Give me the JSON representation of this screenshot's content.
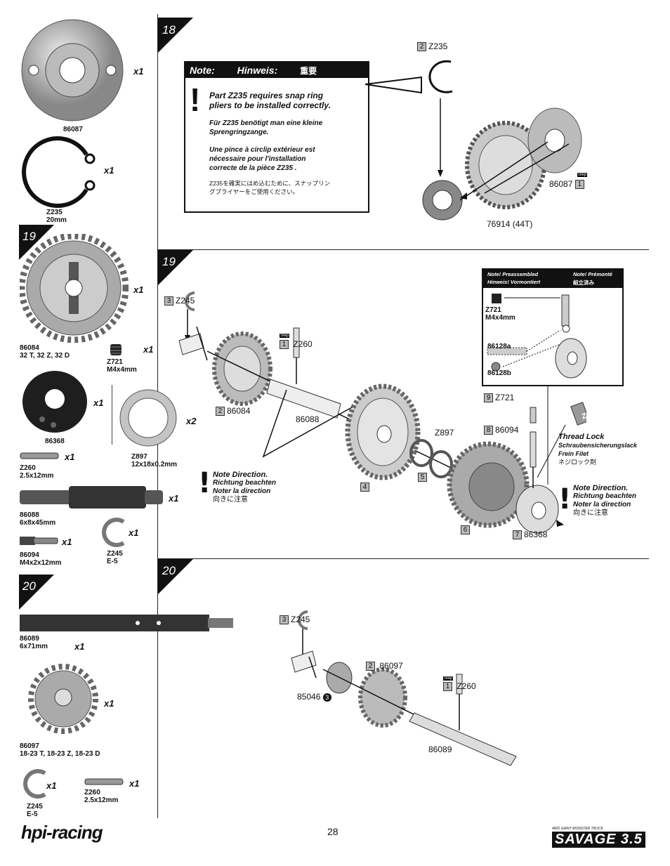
{
  "page_number": "28",
  "brand": {
    "left_logo": "hpi-racing",
    "right_logo": "SAVAGE 3.5",
    "right_small": "4WD GIANT MONSTER TRUCK"
  },
  "steps": {
    "s18": "18",
    "s19": "19",
    "s20": "20"
  },
  "sidebar": {
    "p86087": {
      "code": "86087",
      "qty": "x1"
    },
    "pZ235": {
      "code": "Z235",
      "size": "20mm",
      "qty": "x1"
    },
    "p86084": {
      "code": "86084",
      "desc": "32 T, 32 Z,  32 D",
      "qty": "x1"
    },
    "pZ721": {
      "code": "Z721",
      "size": "M4x4mm",
      "qty": "x1"
    },
    "p86368": {
      "code": "86368",
      "qty": "x1"
    },
    "pZ897": {
      "code": "Z897",
      "size": "12x18x0.2mm",
      "qty": "x2"
    },
    "pZ260a": {
      "code": "Z260",
      "size": "2.5x12mm",
      "qty": "x1"
    },
    "p86088": {
      "code": "86088",
      "size": "6x8x45mm",
      "qty": "x1"
    },
    "p86094": {
      "code": "86094",
      "size": "M4x2x12mm",
      "qty": "x1"
    },
    "pZ245a": {
      "code": "Z245",
      "size": "E-5",
      "qty": "x1"
    },
    "p86089": {
      "code": "86089",
      "size": "6x71mm",
      "qty": "x1"
    },
    "p86097": {
      "code": "86097",
      "desc": "18-23 T, 18-23 Z, 18-23 D",
      "qty": "x1"
    },
    "pZ245b": {
      "code": "Z245",
      "size": "E-5",
      "qty": "x1"
    },
    "pZ260b": {
      "code": "Z260",
      "size": "2.5x12mm",
      "qty": "x1"
    }
  },
  "note18": {
    "h1": "Note:",
    "h2": "Hinweis:",
    "h3": "重要",
    "en1": "Part Z235 requires snap ring",
    "en2": "pliers to be installed correctly.",
    "de1": "Für Z235 benötigt man eine kleine",
    "de2": "Sprengringzange.",
    "fr1": "Une pince à circlip extérieur est",
    "fr2": "nécessaire pour l'installation",
    "fr3": "correcte de la pièce Z235 .",
    "jp1": "Z235を確実にはめ込むために、スナップリン",
    "jp2": "グプライヤーをご使用ください。"
  },
  "step18": {
    "z235": "Z235",
    "z235_n": "2",
    "p86087": "86087",
    "p86087_n": "1",
    "gear": "76914 (44T)",
    "step_flag": "Step"
  },
  "step19": {
    "z245": "Z245",
    "z245_n": "3",
    "z260": "Z260",
    "z260_n": "1",
    "p86084": "86084",
    "p86084_n": "2",
    "p86088": "86088",
    "n4": "4",
    "z897": "Z897",
    "n5": "5",
    "n6": "6",
    "z721": "Z721",
    "z721_n": "9",
    "p86094": "86094",
    "p86094_n": "8",
    "p86368": "86368",
    "p86368_n": "7",
    "thread1": "Thread Lock",
    "thread2": "Schraubensicherungslack",
    "thread3": "Frein Filet",
    "thread4": "ネジロック剤",
    "z159": "Z159",
    "dirA1": "Note Direction.",
    "dirA2": "Richtung beachten",
    "dirA3": "Noter la direction",
    "dirA4": "向きに注意",
    "dirB1": "Note Direction.",
    "dirB2": "Richtung beachten",
    "dirB3": "Noter la direction",
    "dirB4": "向きに注意",
    "pre_h1": "Note! Preassembled",
    "pre_h2": "Hinweis! Vormontiert",
    "pre_h3": "Note! Prémonté",
    "pre_h4": "組立済み",
    "pre_z721": "Z721",
    "pre_z721s": "M4x4mm",
    "pre_a": "86128a",
    "pre_b": "86128b",
    "step_flag": "Step"
  },
  "step20": {
    "z245": "Z245",
    "z245_n": "3",
    "p86097": "86097",
    "p86097_n": "2",
    "p85046": "85046",
    "p85046_n": "3",
    "z260": "Z260",
    "z260_n": "1",
    "p86089": "86089",
    "step_flag": "Step"
  }
}
